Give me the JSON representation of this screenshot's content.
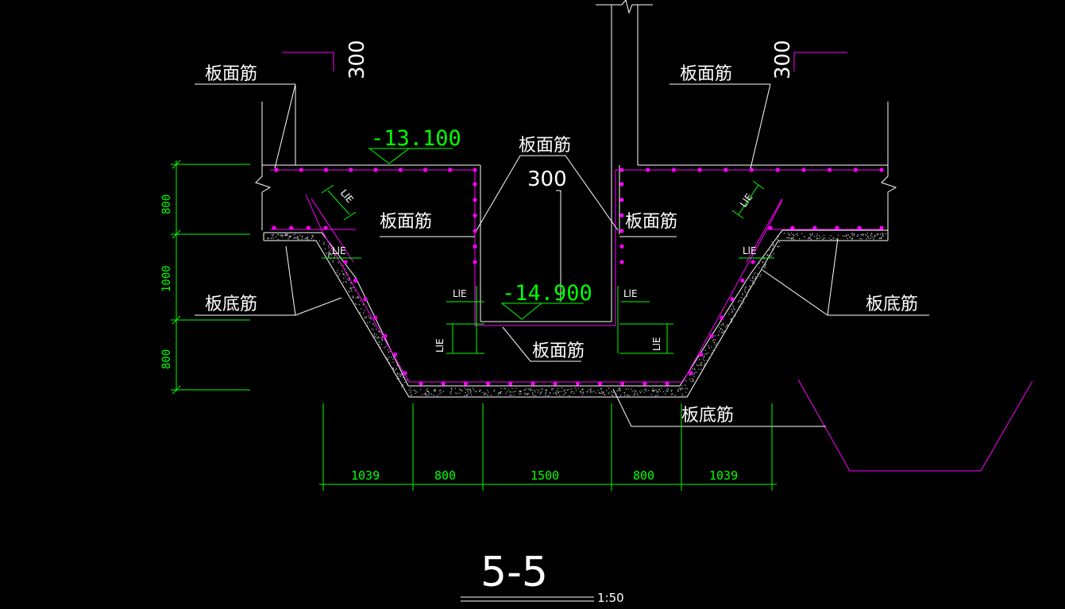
{
  "colors": {
    "background": "#000000",
    "outline": "#ffffff",
    "dimension": "#00ff00",
    "rebar": "#ff00ff"
  },
  "labels": {
    "slab_top_rebar": "板面筋",
    "slab_bottom_rebar": "板底筋",
    "anchorage": "LlE"
  },
  "dimensions": {
    "hook_300": "300",
    "elev_top": "-13.100",
    "elev_bottom": "-14.900",
    "left_800_top": "800",
    "left_1000": "1000",
    "left_800_bottom": "800",
    "bottom": [
      "1039",
      "800",
      "1500",
      "800",
      "1039"
    ]
  },
  "section": {
    "title": "5-5",
    "scale": "1:50"
  }
}
